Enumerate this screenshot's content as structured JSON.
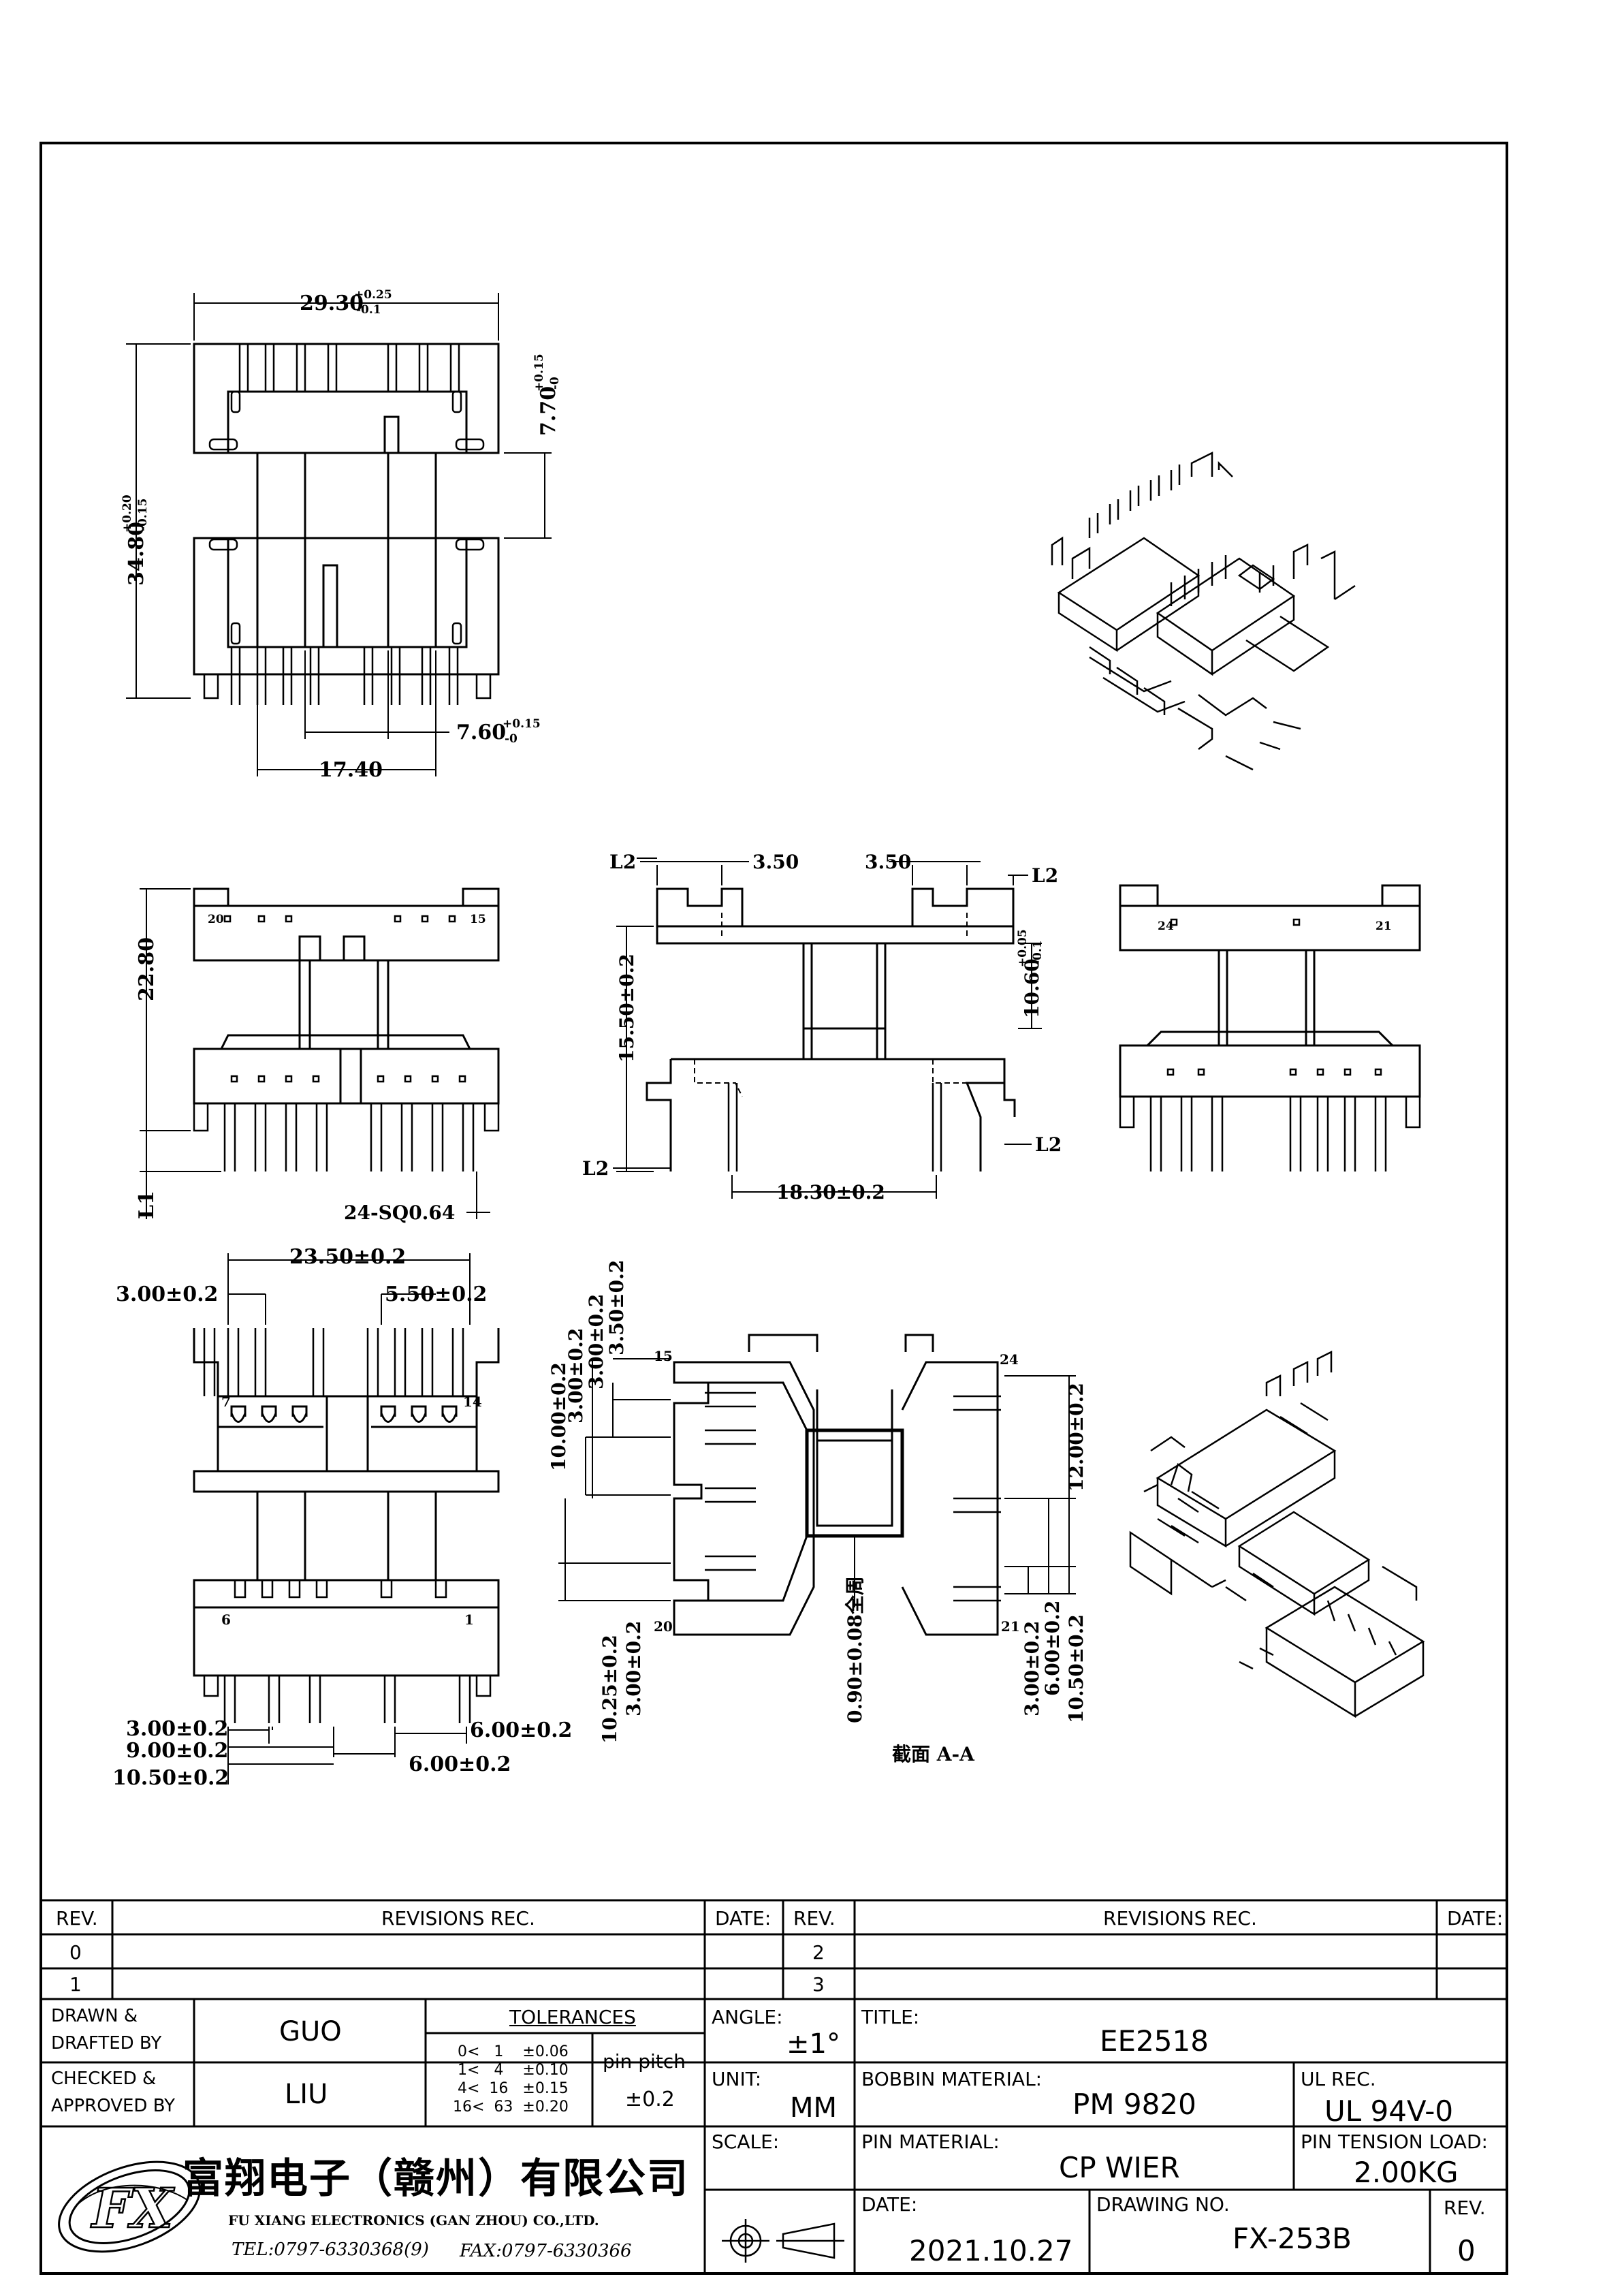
{
  "drawing": {
    "top_view": {
      "width_label": "29.30",
      "width_tol_upper": "+0.25",
      "width_tol_lower": "-0.1",
      "height_label": "34.80",
      "height_tol_upper": "+0.20",
      "height_tol_lower": "-0.15",
      "window_label": "7.70",
      "window_tol_upper": "+0.15",
      "window_tol_lower": "-0",
      "pin_gap_label": "7.60",
      "pin_gap_tol_upper": "+0.15",
      "pin_gap_tol_lower": "-0",
      "span_label": "17.40"
    },
    "front_view": {
      "height_label": "22.80",
      "pin_length_label": "L1",
      "pin_size_label": "24-SQ0.64",
      "pin_num_left": "20",
      "pin_num_right": "15"
    },
    "section_view": {
      "l2": "L2",
      "left_flange": "3.50",
      "right_flange": "3.50",
      "height_label": "15.50±0.2",
      "inner_label": "10.60",
      "inner_tol_upper": "+0.05",
      "inner_tol_lower": "-0.1",
      "base_label": "18.30±0.2"
    },
    "side_view": {
      "pin_num_left": "24",
      "pin_num_right": "21"
    },
    "bottom_view": {
      "span_label": "23.50±0.2",
      "left_label": "3.00±0.2",
      "right_label": "5.50±0.2",
      "pin_7": "7",
      "pin_14": "14",
      "pin_6": "6",
      "pin_1": "1",
      "dim_a": "3.00±0.2",
      "dim_b": "9.00±0.2",
      "dim_c": "10.50±0.2",
      "dim_d": "6.00±0.2",
      "dim_e": "6.00±0.2"
    },
    "aa_view": {
      "pin_15": "15",
      "pin_24": "24",
      "pin_20": "20",
      "pin_21": "21",
      "v1": "10.00±0.2",
      "v2": "3.00±0.2",
      "v3": "3.00±0.2",
      "v4": "3.50±0.2",
      "v5": "10.25±0.2",
      "v6": "3.00±0.2",
      "wall": "0.90±0.08全周",
      "r1": "12.00±0.2",
      "r2": "3.00±0.2",
      "r3": "6.00±0.2",
      "r4": "10.50±0.2",
      "caption": "截面  A-A"
    }
  },
  "title_block": {
    "rev_header": "REV.",
    "revisions_header": "REVISIONS   REC.",
    "date_header": "DATE:",
    "rev_left": [
      "0",
      "1"
    ],
    "rev_right": [
      "2",
      "3"
    ],
    "drawn_label": "DRAWN &\nDRAFTED BY",
    "drawn_value": "GUO",
    "checked_label": "CHECKED &\nAPPROVED BY",
    "checked_value": "LIU",
    "tolerances_header": "TOLERANCES",
    "tolerance_rows": [
      "0<   1    ±0.06",
      "1<   4    ±0.10",
      "4<  16   ±0.15",
      "16<  63  ±0.20"
    ],
    "pin_pitch_label": "pin pitch",
    "pin_pitch_value": "±0.2",
    "angle_label": "ANGLE:",
    "angle_value": "±1°",
    "unit_label": "UNIT:",
    "unit_value": "MM",
    "scale_label": "SCALE:",
    "title_label": "TITLE:",
    "title_value": "EE2518",
    "bobbin_label": "BOBBIN MATERIAL:",
    "bobbin_value": "PM 9820",
    "ul_label": "UL REC.",
    "ul_value": "UL 94V-0",
    "pin_material_label": "PIN MATERIAL:",
    "pin_material_value": "CP WIER",
    "tension_label": "PIN TENSION LOAD:",
    "tension_value": "2.00KG",
    "date_label": "DATE:",
    "date_value": "2021.10.27",
    "drawing_no_label": "DRAWING NO.",
    "drawing_no_value": "FX-253B",
    "rev_label": "REV.",
    "rev_value": "0",
    "company_cn": "富翔电子（赣州）有限公司",
    "company_en": "FU XIANG ELECTRONICS (GAN ZHOU) CO.,LTD.",
    "tel": "TEL:0797-6330368(9)",
    "fax": "FAX:0797-6330366",
    "logo_text": "FX"
  }
}
